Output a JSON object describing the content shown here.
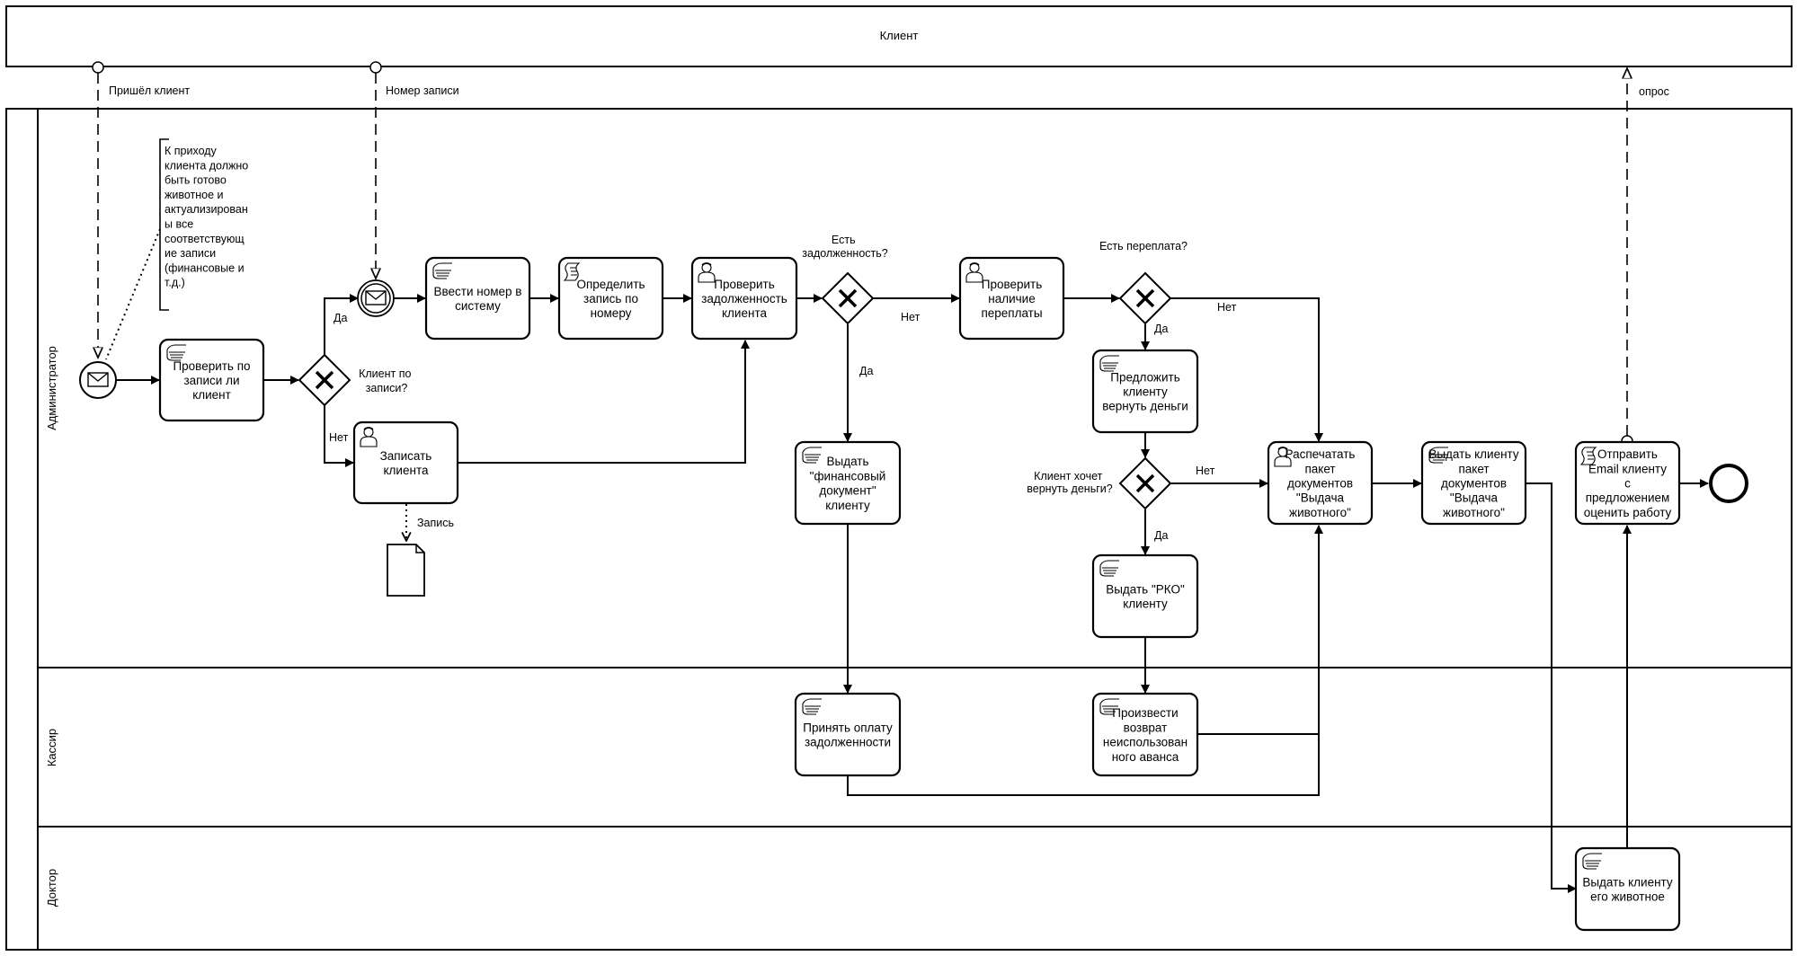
{
  "pool": {
    "title": "Клиент"
  },
  "lanes": {
    "admin": "Администратор",
    "cashier": "Кассир",
    "doctor": "Доктор"
  },
  "messages": {
    "client_came": "Пришёл клиент",
    "record_number": "Номер записи",
    "survey": "опрос"
  },
  "annotation": [
    "К приходу",
    "клиента должно",
    "быть готово",
    "животное и",
    "актуализирован",
    "ы все",
    "соответствующ",
    "ие записи",
    "(финансовые и",
    "т.д.)"
  ],
  "tasks": {
    "check_record": [
      "Проверить по",
      "записи ли",
      "клиент"
    ],
    "enter_number": [
      "Ввести номер в",
      "систему"
    ],
    "define_record": [
      "Определить",
      "запись по",
      "номеру"
    ],
    "check_debt": [
      "Проверить",
      "задолженность",
      "клиента"
    ],
    "check_overpay": [
      "Проверить",
      "наличие",
      "переплаты"
    ],
    "record_client": [
      "Записать",
      "клиента"
    ],
    "issue_fin_doc": [
      "Выдать",
      "\"финансовый",
      "документ\"",
      "клиенту"
    ],
    "offer_refund": [
      "Предложить",
      "клиенту",
      "вернуть деньги"
    ],
    "print_docs": [
      "Распечатать",
      "пакет",
      "документов",
      "\"Выдача",
      "животного\""
    ],
    "give_docs": [
      "Выдать клиенту",
      "пакет",
      "документов",
      "\"Выдача",
      "животного\""
    ],
    "send_email": [
      "Отправить",
      "Email клиенту",
      "с",
      "предложением",
      "оценить работу"
    ],
    "issue_rko": [
      "Выдать \"РКО\"",
      "клиенту"
    ],
    "accept_payment": [
      "Принять оплату",
      "задолженности"
    ],
    "refund_advance": [
      "Произвести",
      "возврат",
      "неиспользован",
      "ного аванса"
    ],
    "give_animal": [
      "Выдать клиенту",
      "его животное"
    ]
  },
  "gateways": {
    "by_record": [
      "Клиент по",
      "записи?"
    ],
    "has_debt": [
      "Есть",
      "задолженность?"
    ],
    "has_overpay": [
      "Есть переплата?"
    ],
    "wants_refund": [
      "Клиент хочет",
      "вернуть деньги?"
    ]
  },
  "flows": {
    "yes": "Да",
    "no": "Нет"
  },
  "data_object": {
    "label": "Запись"
  }
}
